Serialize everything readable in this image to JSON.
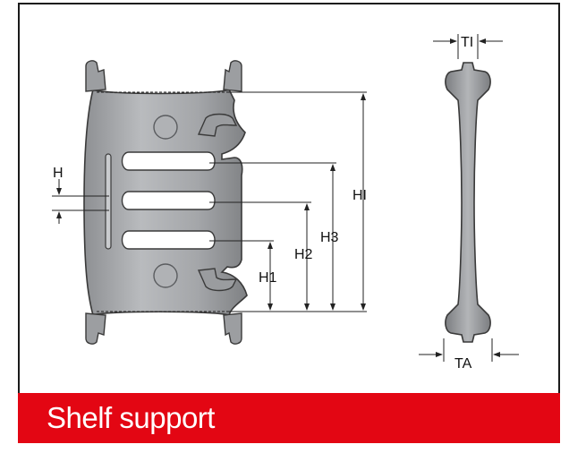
{
  "title": "Shelf support",
  "dimensions": {
    "h": "H",
    "h1": "H1",
    "h2": "H2",
    "h3": "H3",
    "hi": "HI",
    "ti": "TI",
    "ta": "TA"
  },
  "colors": {
    "banner": "#e30613",
    "part_fill": "#a7a9ac",
    "part_stroke": "#3a3a3a",
    "text": "#111111"
  }
}
